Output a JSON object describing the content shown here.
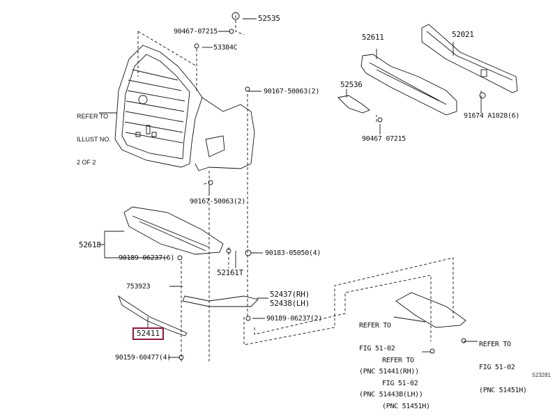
{
  "diagram": {
    "id": "523281",
    "highlighted_part": "52411",
    "parts": {
      "p52535": "52535",
      "p90467_top": "90467-07215",
      "p53384c": "53384C",
      "p90167_top": "90167-50063(2)",
      "p90167_bottom": "90167-50063(2)",
      "p52611": "52611",
      "p52021": "52021",
      "p52536": "52536",
      "p90467_right": "90467 07215",
      "p91674": "91674 A1028(6)",
      "p52618": "52618",
      "p90189_left": "90189-06237(6)",
      "p52161t": "52161T",
      "p90183": "90183-05050(4)",
      "p753923": "753923",
      "p52437": "52437(RH)",
      "p52438": "52438(LH)",
      "p52411": "52411",
      "p90189_right": "90189-06237(2)",
      "p90159": "90159-60477(4)"
    },
    "refer_illust": [
      "REFER TO",
      "ILLUST NO.",
      "2 OF 2"
    ],
    "refer_undercover": [
      "REFER TO",
      "FIG 51-02",
      "(PNC 51441(RH))",
      "(PNC 51443B(LH))"
    ],
    "refer_clip_center": [
      "REFER TO",
      "FIG 51-02",
      "(PNC 51451H)"
    ],
    "refer_clip_right": [
      "REFER TO",
      "FIG 51-02",
      "(PNC 51451H)"
    ],
    "colors": {
      "highlight_border": "#8b1a3a",
      "line": "#111111"
    }
  }
}
